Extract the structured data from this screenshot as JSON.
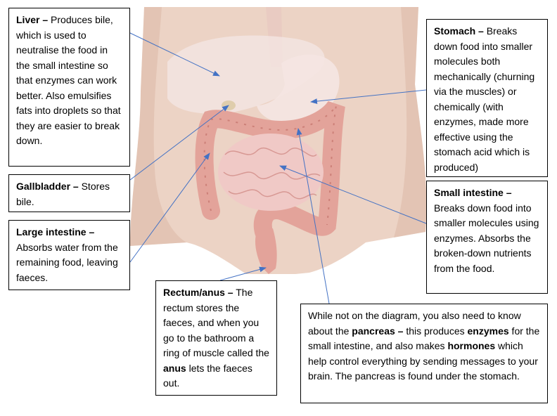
{
  "colors": {
    "skin": "#ecd3c5",
    "skin_shadow": "#d9b5a4",
    "organ_overlay": "#f3e4e0",
    "intestine": "#e3a39a",
    "intestine_dark": "#c2706a",
    "small_intestine": "#f0c9c6",
    "arrow": "#4472c4"
  },
  "labels": {
    "liver": {
      "title": "Liver –",
      "text": " Produces bile, which is used to neutralise the food in the small intestine so that enzymes can work better. Also emulsifies fats into droplets so that they are easier to break down."
    },
    "gallbladder": {
      "title": "Gallbladder –",
      "text": " Stores bile."
    },
    "large_intestine": {
      "title": "Large intestine –",
      "text": " Absorbs water from the remaining food, leaving faeces."
    },
    "rectum": {
      "title": "Rectum/anus –",
      "text1": " The rectum stores the faeces, and when you go to the bathroom a ring of muscle called the ",
      "bold": "anus",
      "text2": " lets the faeces out."
    },
    "stomach": {
      "title": "Stomach –",
      "text": " Breaks down food into smaller molecules both mechanically (churning via the muscles) or chemically (with enzymes, made more effective using the stomach acid which is produced)"
    },
    "small_intestine": {
      "title": "Small intestine –",
      "text": " Breaks down food into smaller molecules using enzymes. Absorbs the broken-down nutrients from the food."
    },
    "pancreas": {
      "t1": "While not on the diagram, you also need to know about the ",
      "b1": "pancreas –",
      "t2": " this produces ",
      "b2": "enzymes",
      "t3": " for the small intestine, and also makes ",
      "b3": "hormones",
      "t4": " which help control everything by sending messages to your brain. The pancreas is found under the stomach."
    }
  }
}
